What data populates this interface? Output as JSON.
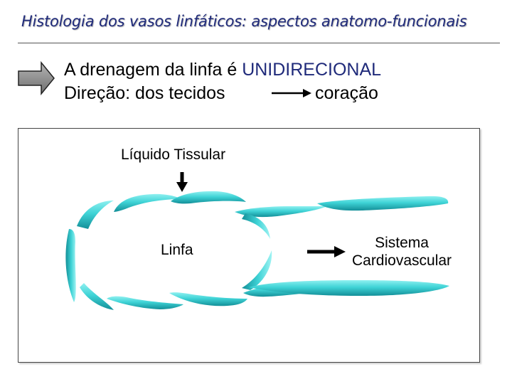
{
  "title": "Histologia dos vasos linfáticos: aspectos anatomo-funcionais",
  "statement": {
    "prefix": "A drenagem da linfa é",
    "highlight": "UNIDIRECIONAL",
    "direction_label": "Direção: dos tecidos",
    "direction_target": "coração"
  },
  "diagram": {
    "input_label": "Líquido Tissular",
    "vessel_label": "Linfa",
    "output_label": "Sistema Cardiovascular",
    "colors": {
      "vessel": "#3fd3d6",
      "vessel_dark": "#138f98",
      "highlight": "#1f2a7a",
      "bullet_arrow": "#8c8c8c"
    }
  }
}
